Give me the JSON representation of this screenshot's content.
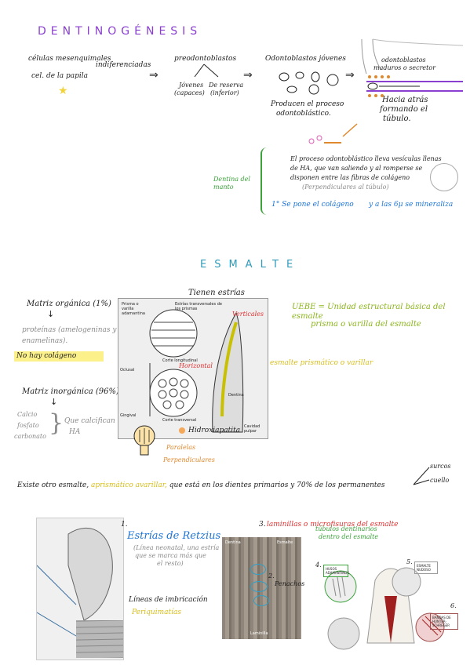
{
  "dentinogenesis": {
    "title": "DENTINOGÉNESIS",
    "mesenchymal": "células mesenquimales",
    "undifferentiated": "indiferenciadas",
    "papilla": "cel. de la papila",
    "preodontoblasts": "preodontoblastos",
    "young_label": "Jóvenes",
    "young_sub": "(capaces)",
    "reserve_label": "De reserva",
    "reserve_sub": "(inferior)",
    "young_odontoblasts": "Odontoblastos jóvenes",
    "produce": "Producen el proceso",
    "produce2": "odontoblástico.",
    "mature": "odontoblastos",
    "mature2": "maduros o secretor",
    "back": "Hacia atrás",
    "back2": "formando el",
    "back3": "túbulo.",
    "process_note_1": "El proceso odontoblástico lleva vesículas llenas",
    "process_note_2": "de HA, que van saliendo y al romperse se",
    "process_note_3": "disponen entre las fibras de colágeno",
    "process_note_4": "(Perpendiculares al túbulo)",
    "mantle": "Dentina del manto",
    "first_step_a": "1° Se pone el colágeno",
    "first_step_b": "y a las 6μ se mineraliza"
  },
  "enamel": {
    "title": "ESMALTE",
    "organic": "Matriz orgánica (1%)",
    "proteins": "proteínas (amelogeninas y",
    "proteins2": "enamelinas).",
    "no_collagen": "No hay colágeno",
    "inorganic": "Matriz inorgánica (96%)",
    "calcio": "Calcio",
    "fosfato": "fosfato",
    "carbonato": "carbonato",
    "calcify": "Que calcifican en",
    "calcify2": "HA",
    "striations": "Tienen estrías",
    "verticals": "Verticales",
    "horizontal": "Horizontal",
    "uebe": "UEBE = Unidad estructural básica del esmalte",
    "prism": "prisma o varilla del esmalte",
    "prismatic": "esmalte prismático o varillar",
    "hydroxyapatite": "Hidroxiapatita",
    "parallel": "Paralelas",
    "perpendicular": "Perpendiculares",
    "other_pre": "Existe otro esmalte,",
    "other_hl": "aprismático avarillar,",
    "other_post": "que está en los dientes primarios y 70% de los permanentes",
    "sulci": "surcos",
    "neck": "cuello"
  },
  "figure": {
    "labels": {
      "prisma": "Prisma o varilla adamantina",
      "estrias_transv": "Estrías transversales de los prismas",
      "corte_long": "Corte longitudinal",
      "corte_trans": "Corte transversal",
      "oclusal": "Oclusal",
      "gingival": "Gingival",
      "dentina": "Dentina",
      "cavidad": "Cavidad pulpar"
    }
  },
  "retzius": {
    "num": "1.",
    "title": "Estrías de Retzius",
    "note1": "(Línea neonatal, una estría",
    "note2": "que se marca más que",
    "note3": "el resto)",
    "imbrication": "Líneas de imbricación",
    "perikymata": "Periquimatías"
  },
  "lamellae": {
    "num": "3.",
    "title": "laminillas o microfisuras del esmalte",
    "n2": "2.",
    "tufts": "Penachos",
    "photo_top_left": "Dentina",
    "photo_top_right": "Esmalte",
    "photo_bottom": "Laminilla"
  },
  "tubules": {
    "note1": "túbulos dentinarios",
    "note2": "dentro del esmalte",
    "n4": "4.",
    "n5": "5.",
    "n6": "6.",
    "box4": "HUSOS ADAMANTINOS",
    "box5": "ESMALTE NUDOSO",
    "box6": "BANDAS DE HUNTER-SCHREGER"
  },
  "colors": {
    "purple": "#8a3fd1",
    "teal": "#2f9bb8",
    "green": "#3aa33a",
    "blue": "#1b74d6",
    "yellow": "#fbf08a",
    "orange": "#e0882c",
    "red": "#e03030",
    "lime": "#8ab51a"
  }
}
